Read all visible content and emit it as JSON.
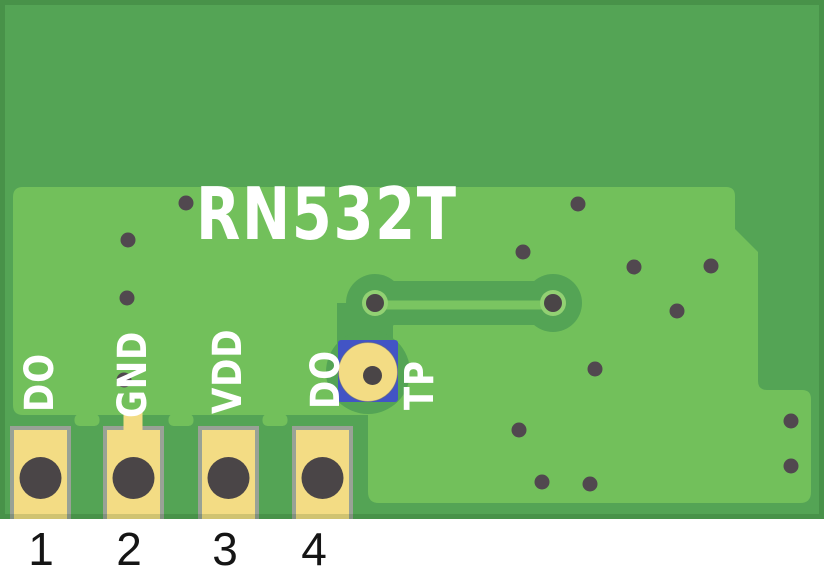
{
  "board": {
    "silkscreen_title": "RN532T",
    "test_point_label": "TP",
    "pins": [
      {
        "number": "1",
        "label": "DO"
      },
      {
        "number": "2",
        "label": "GND"
      },
      {
        "number": "3",
        "label": "VDD"
      },
      {
        "number": "4",
        "label": "DO"
      }
    ]
  },
  "colors": {
    "background": "#ffffff",
    "substrate": "#54a455",
    "copper_pour": "#72c05b",
    "trace": "#7ac561",
    "via_pad": "#92d173",
    "pad_gold": "#f3dc84",
    "pad_border": "#99a296",
    "hole": "#4a4547",
    "via_dot": "#51484f",
    "tp_blue": "#4254c5",
    "silkscreen": "#ffffff",
    "number_text": "#151515",
    "board_edge": "rgba(0,45,0,0.14)"
  }
}
